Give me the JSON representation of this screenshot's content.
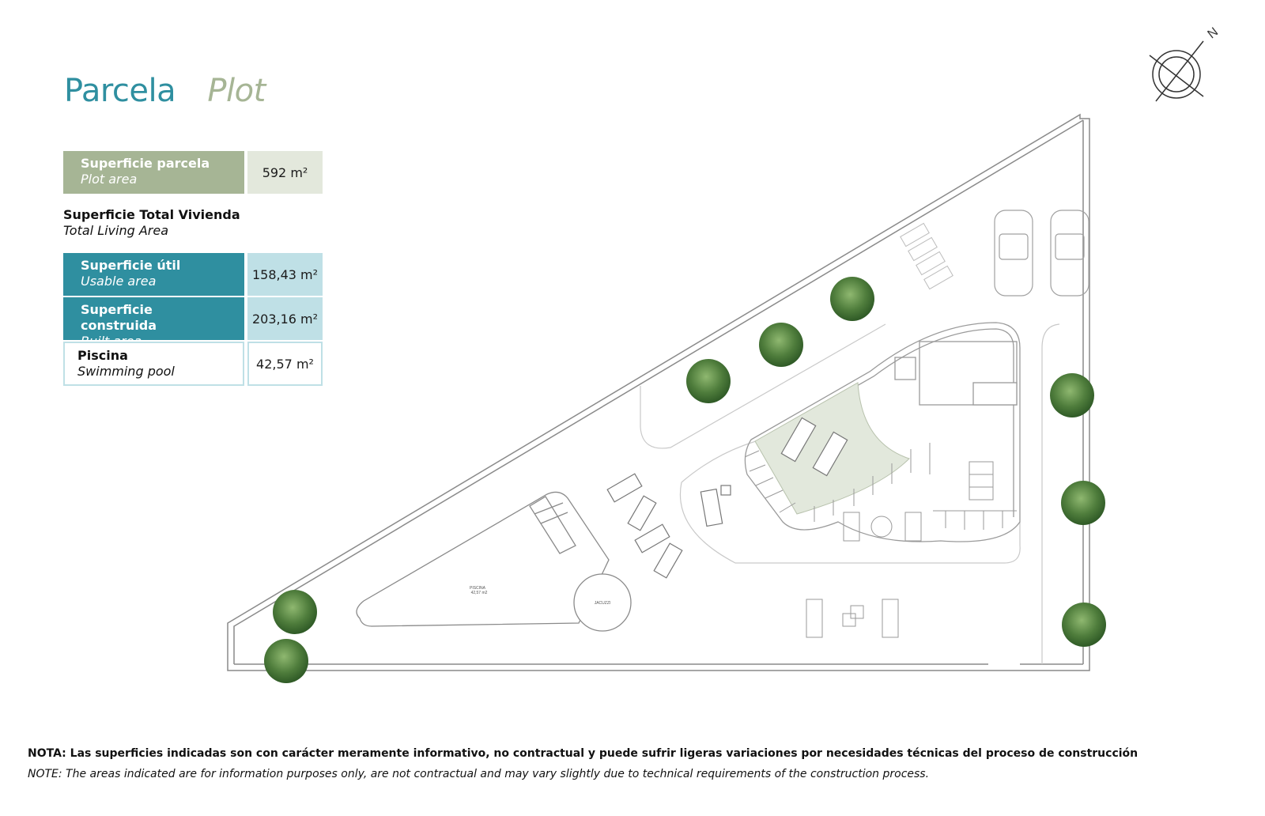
{
  "title": {
    "es": "Parcela",
    "en": "Plot"
  },
  "plot_area": {
    "label_es": "Superficie parcela",
    "label_en": "Plot area",
    "value": "592 m²"
  },
  "total_living": {
    "label_es": "Superficie Total Vivienda",
    "label_en": "Total Living Area"
  },
  "usable": {
    "label_es": "Superficie útil",
    "label_en": "Usable area",
    "value": "158,43 m²"
  },
  "built": {
    "label_es": "Superficie construida",
    "label_en": "Built area",
    "value": "203,16 m²"
  },
  "pool": {
    "label_es": "Piscina",
    "label_en": "Swimming pool",
    "value": "42,57 m²"
  },
  "plan": {
    "pool_label": "PISCINA",
    "pool_area": "42,57 m2",
    "jacuzzi_label": "JACUZZI",
    "compass_label": "N"
  },
  "notes": {
    "es": "NOTA: Las superficies indicadas son con carácter meramente informativo, no contractual y puede sufrir ligeras variaciones por necesidades técnicas del proceso de construcción",
    "en": "NOTE: The areas indicated are for information purposes only, are not contractual and may vary slightly due to technical requirements of the construction process."
  },
  "colors": {
    "teal": "#2f8fa0",
    "sage": "#a6b595",
    "light_teal": "#bfe0e6",
    "light_sage": "#e3e8dc",
    "tree": "#4f7d3c"
  }
}
